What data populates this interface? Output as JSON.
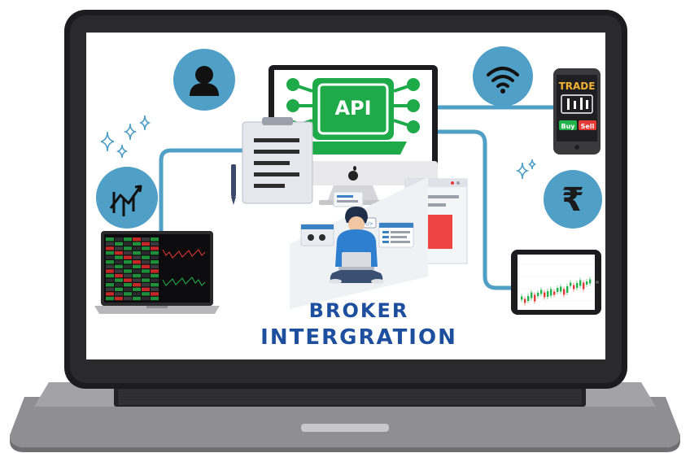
{
  "title": {
    "line1": "BROKER",
    "line2": "INTERGRATION"
  },
  "api": {
    "label": "API"
  },
  "phone": {
    "trade_label": "TRADE",
    "buy_label": "Buy",
    "sell_label": "Sell"
  },
  "icons": {
    "user": "user-icon",
    "wifi": "wifi-icon",
    "chart": "trend-chart-icon",
    "rupee": "rupee-icon",
    "rupee_symbol": "₹",
    "code_symbol": "</>"
  },
  "colors": {
    "accent_circle": "#4f9fc6",
    "connector": "#4f9fc6",
    "api_green": "#1faa4a",
    "title_blue": "#1d4f9e",
    "laptop_frame": "#1c1c1e",
    "sell_red": "#e53935",
    "buy_green": "#22b24c"
  }
}
